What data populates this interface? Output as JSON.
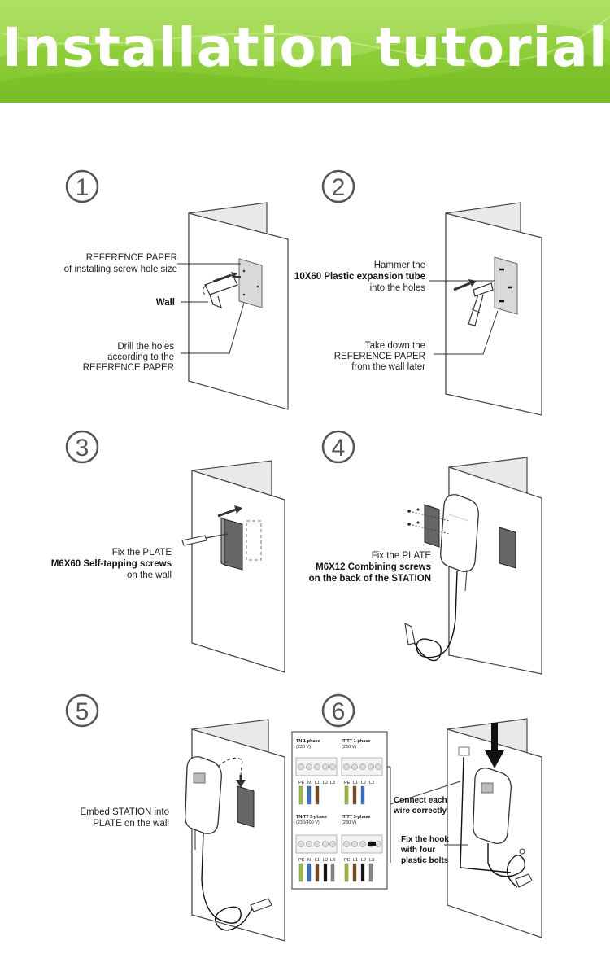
{
  "header": {
    "title": "Installation tutorial"
  },
  "steps": [
    {
      "number": "1",
      "labels": {
        "paper_1": "REFERENCE PAPER",
        "paper_2": "of installing screw hole size",
        "wall": "Wall",
        "drill_1": "Drill the holes",
        "drill_2": "according to the",
        "drill_3": "REFERENCE PAPER"
      }
    },
    {
      "number": "2",
      "labels": {
        "hammer_1": "Hammer the",
        "hammer_2": "10X60 Plastic expansion tube",
        "hammer_3": "into the holes",
        "take_1": "Take down the",
        "take_2": "REFERENCE PAPER",
        "take_3": "from the wall later"
      }
    },
    {
      "number": "3",
      "labels": {
        "fix_1": "Fix the PLATE",
        "fix_2": "M6X60 Self-tapping screws",
        "fix_3": "on the wall"
      }
    },
    {
      "number": "4",
      "labels": {
        "fix_1": "Fix the PLATE",
        "fix_2": "M6X12 Combining screws",
        "fix_3": "on the back of the STATION"
      }
    },
    {
      "number": "5",
      "labels": {
        "embed_1": "Embed STATION into",
        "embed_2": "PLATE on the wall"
      }
    },
    {
      "number": "6",
      "labels": {
        "connect_1": "Connect each",
        "connect_2": "wire correctly",
        "hook_1": "Fix the hook",
        "hook_2": "with four",
        "hook_3": "plastic bolts"
      },
      "wiring_sheet": {
        "tn1_title": "TN 1-phase",
        "tn1_volt": "(230 V)",
        "it1_title": "IT/TT 1-phase",
        "it1_volt": "(230 V)",
        "tn3_title": "TN/TT 3-phase",
        "tn3_volt": "(230/400 V)",
        "it3_title": "IT/TT 3-phase",
        "it3_volt": "(230 V)",
        "tn1_terms": [
          "PE",
          "N",
          "L1",
          "L2",
          "L3"
        ],
        "it1_terms": [
          "PE",
          "L1",
          "L2",
          "L3"
        ],
        "tn3_terms": [
          "PE",
          "N",
          "L1",
          "L2",
          "L3"
        ],
        "it3_terms": [
          "PE",
          "L1",
          "L2",
          "L3"
        ]
      }
    }
  ],
  "colors": {
    "banner_green": "#8fd039",
    "wire_pe": "#9bc23a",
    "wire_n": "#2f6fd6",
    "wire_l": "#7a4a1f",
    "wire_black": "#111111",
    "wire_grey": "#888888"
  }
}
